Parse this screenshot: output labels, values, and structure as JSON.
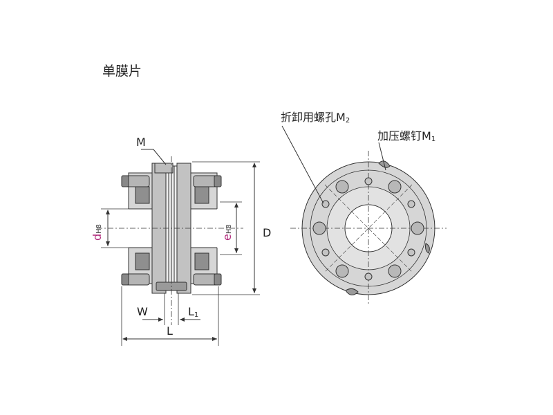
{
  "title": "单膜片",
  "labels": {
    "M": "M",
    "W": "W",
    "L1_main": "L",
    "L1_sub": "1",
    "L": "L",
    "D": "D",
    "d_main": "d",
    "d_sub": "H8",
    "e_main": "e",
    "e_sub": "H8",
    "m2_main": "折卸用螺孔M",
    "m2_sub": "2",
    "m1_main": "加压螺钉M",
    "m1_sub": "1"
  },
  "colors": {
    "line": "#333333",
    "part_fill": "#d4d4d4",
    "part_dark": "#9a9a9a",
    "accent": "#b0287a"
  }
}
